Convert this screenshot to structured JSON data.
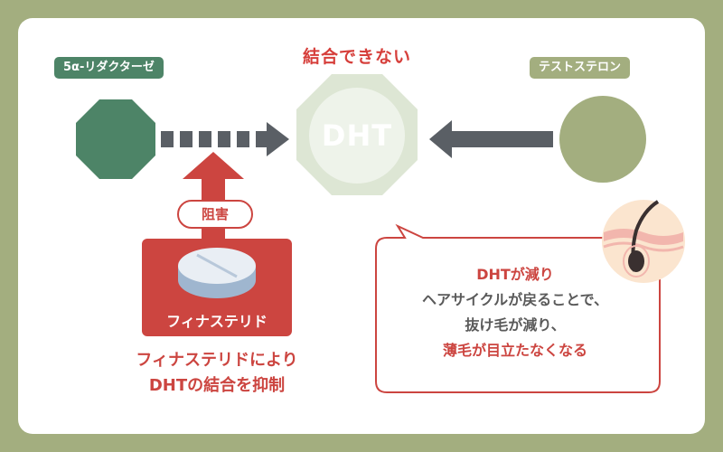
{
  "labels": {
    "enzyme": "5α-リダクターゼ",
    "testosterone": "テストステロン"
  },
  "center": {
    "cannot_bind": "結合できない",
    "dht": "DHT"
  },
  "block": {
    "label": "阻害",
    "drug": "フィナステリド"
  },
  "caption": {
    "line1": "フィナステリドにより",
    "line2": "DHTの結合を抑制"
  },
  "bubble": {
    "line1": "DHTが減り",
    "line2": "ヘアサイクルが戻ることで、",
    "line3": "抜け毛が減り、",
    "line4": "薄毛が目立たなくなる"
  },
  "colors": {
    "background": "#a3ae7f",
    "enzyme_green": "#4d8467",
    "testosterone_olive": "#a3ae7f",
    "accent_red": "#cc4540",
    "arrow_gray": "#5a5f65",
    "dht_pale": "#dde6d4"
  }
}
